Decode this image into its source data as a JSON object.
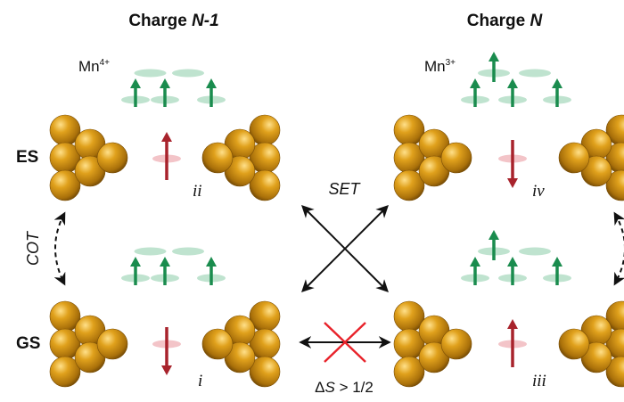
{
  "titles": {
    "left_prefix": "Charge ",
    "left_italic": "N-1",
    "right_prefix": "Charge ",
    "right_italic": "N"
  },
  "rows": {
    "excited": "ES",
    "ground": "GS"
  },
  "ions": {
    "left_base": "Mn",
    "left_sup": "4+",
    "right_base": "Mn",
    "right_sup": "3+"
  },
  "states": {
    "i": "i",
    "ii": "ii",
    "iii": "iii",
    "iv": "iv"
  },
  "arrows": {
    "set_label": "SET",
    "cot_label": "COT",
    "ds_delta": "Δ",
    "ds_s": "S",
    "ds_rest": " > 1/2"
  },
  "colors": {
    "spin_green": "#1a8c4e",
    "spin_red": "#a8232c",
    "disk_green": "#bfe3cf",
    "disk_red": "#f3c4c8",
    "gold": "#c98a12",
    "cross": "#e8222a"
  }
}
